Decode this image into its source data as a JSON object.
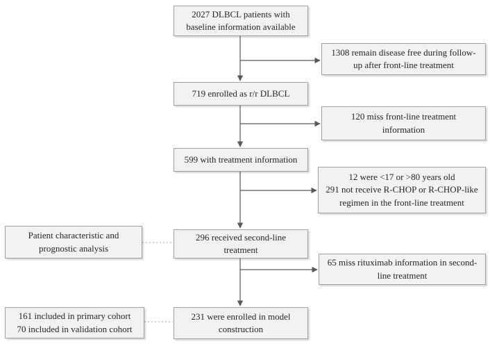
{
  "colors": {
    "box_fill": "#f2f2f2",
    "box_border": "#a0a0a0",
    "line_color": "#595959",
    "dotted_color": "#b5b5b5",
    "text_color": "#262626",
    "background": "#ffffff"
  },
  "main_boxes": [
    {
      "label": "2027 DLBCL patients with\nbaseline information available"
    },
    {
      "label": "719 enrolled as r/r DLBCL"
    },
    {
      "label": "599 with treatment information"
    },
    {
      "label": "296 received second-line\ntreatment"
    },
    {
      "label": "231 were enrolled in model\nconstruction"
    }
  ],
  "exclusion_boxes": [
    {
      "label": "1308 remain disease free during follow-\nup after front-line treatment"
    },
    {
      "label": "120 miss front-line treatment\ninformation"
    },
    {
      "label": "12 were <17 or >80 years old\n291 not receive R-CHOP or R-CHOP-like\nregimen in the front-line treatment"
    },
    {
      "label": "65 miss rituximab information in second-\nline treatment"
    }
  ],
  "annotation_boxes": [
    {
      "label": "Patient characteristic and\nprognostic analysis"
    },
    {
      "label": "161 included in primary cohort\n70 included in validation cohort"
    }
  ]
}
